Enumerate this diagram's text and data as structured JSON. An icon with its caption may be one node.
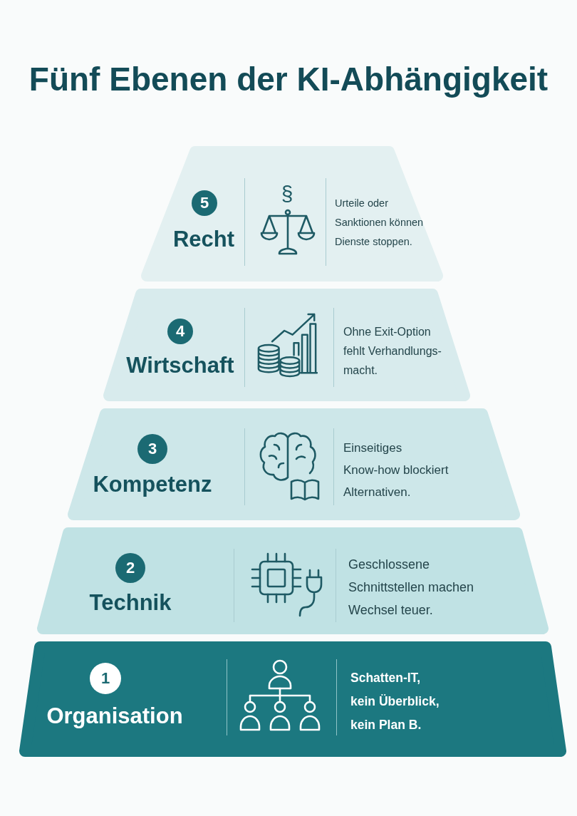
{
  "diagram": {
    "title": "Fünf Ebenen der KI-Abhängigkeit",
    "nodes": [
      {
        "text": [
          "Recht",
          "Urteile oder Sanktionen können Dienste stoppen."
        ]
      },
      {
        "text": [
          "5"
        ],
        "in": 0
      },
      {
        "text": [
          "Wirtschaft",
          "Ohne Exit-Option fehlt Verhandlungs- macht."
        ]
      },
      {
        "text": [
          "4"
        ],
        "in": 2
      },
      {
        "text": [
          "Kompetenz",
          "Einseitiges Know-how blockiert Alternativen."
        ]
      },
      {
        "text": [
          "3"
        ],
        "in": 4
      },
      {
        "text": [
          "Technik",
          "Geschlossene Schnittstellen machen Wechsel teuer."
        ]
      },
      {
        "text": [
          "2"
        ],
        "in": 6
      },
      {
        "text": [
          "Organisation",
          "Schatten-IT, kein Überblick, kein Plan B."
        ]
      },
      {
        "text": [
          "1"
        ],
        "in": 8
      }
    ],
    "labels": [
      "§"
    ]
  }
}
